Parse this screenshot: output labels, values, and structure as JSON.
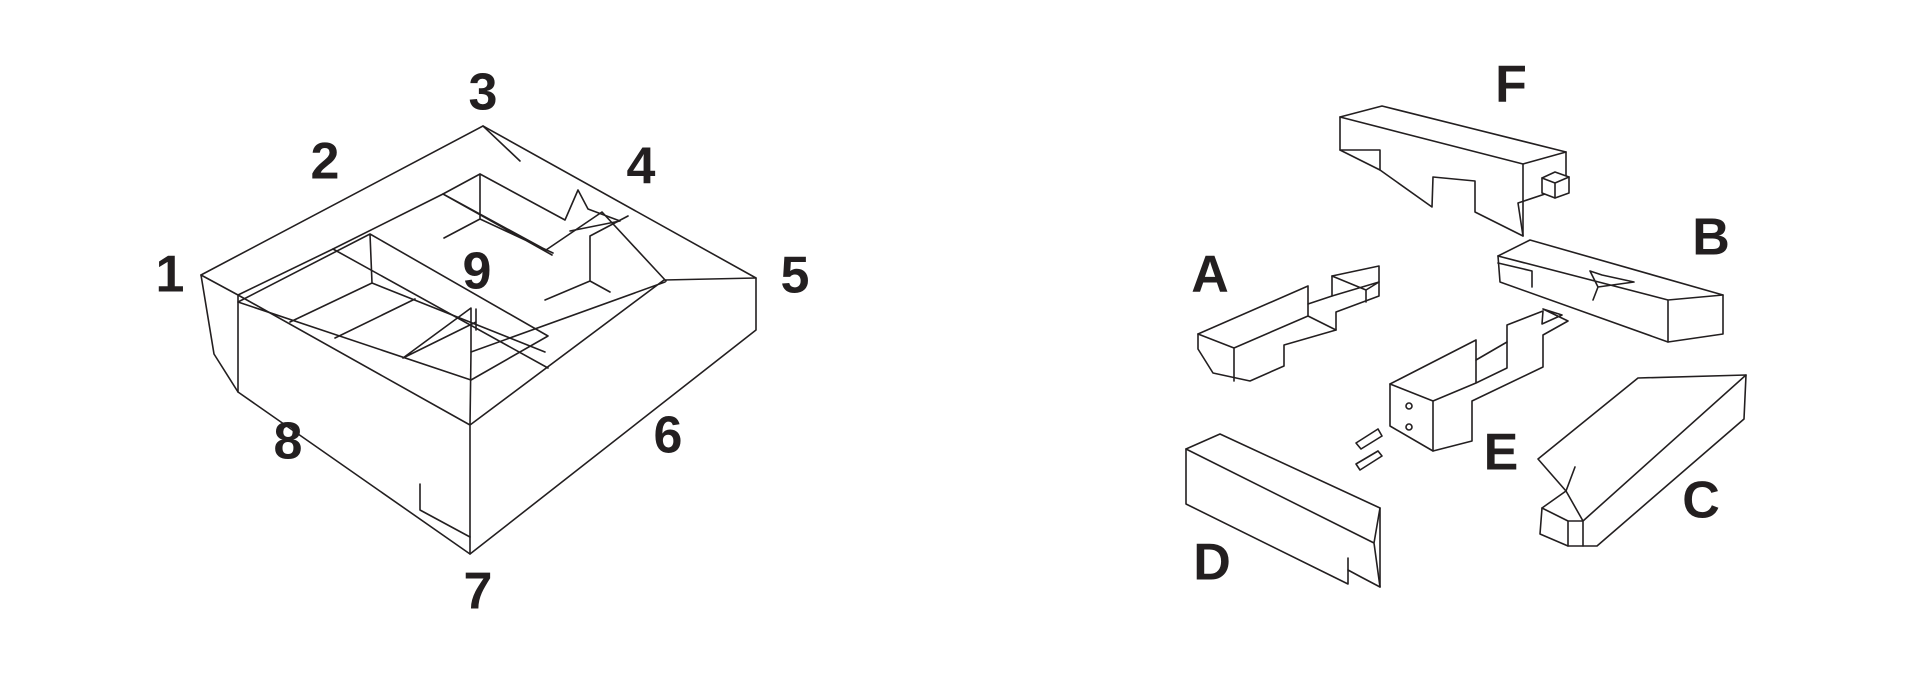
{
  "frame_diagram": {
    "labels": [
      "1",
      "2",
      "3",
      "4",
      "5",
      "6",
      "7",
      "8",
      "9"
    ]
  },
  "parts_diagram": {
    "labels": [
      "A",
      "B",
      "C",
      "D",
      "E",
      "F"
    ]
  },
  "colors": {
    "ink": "#231f20",
    "background": "#ffffff"
  }
}
